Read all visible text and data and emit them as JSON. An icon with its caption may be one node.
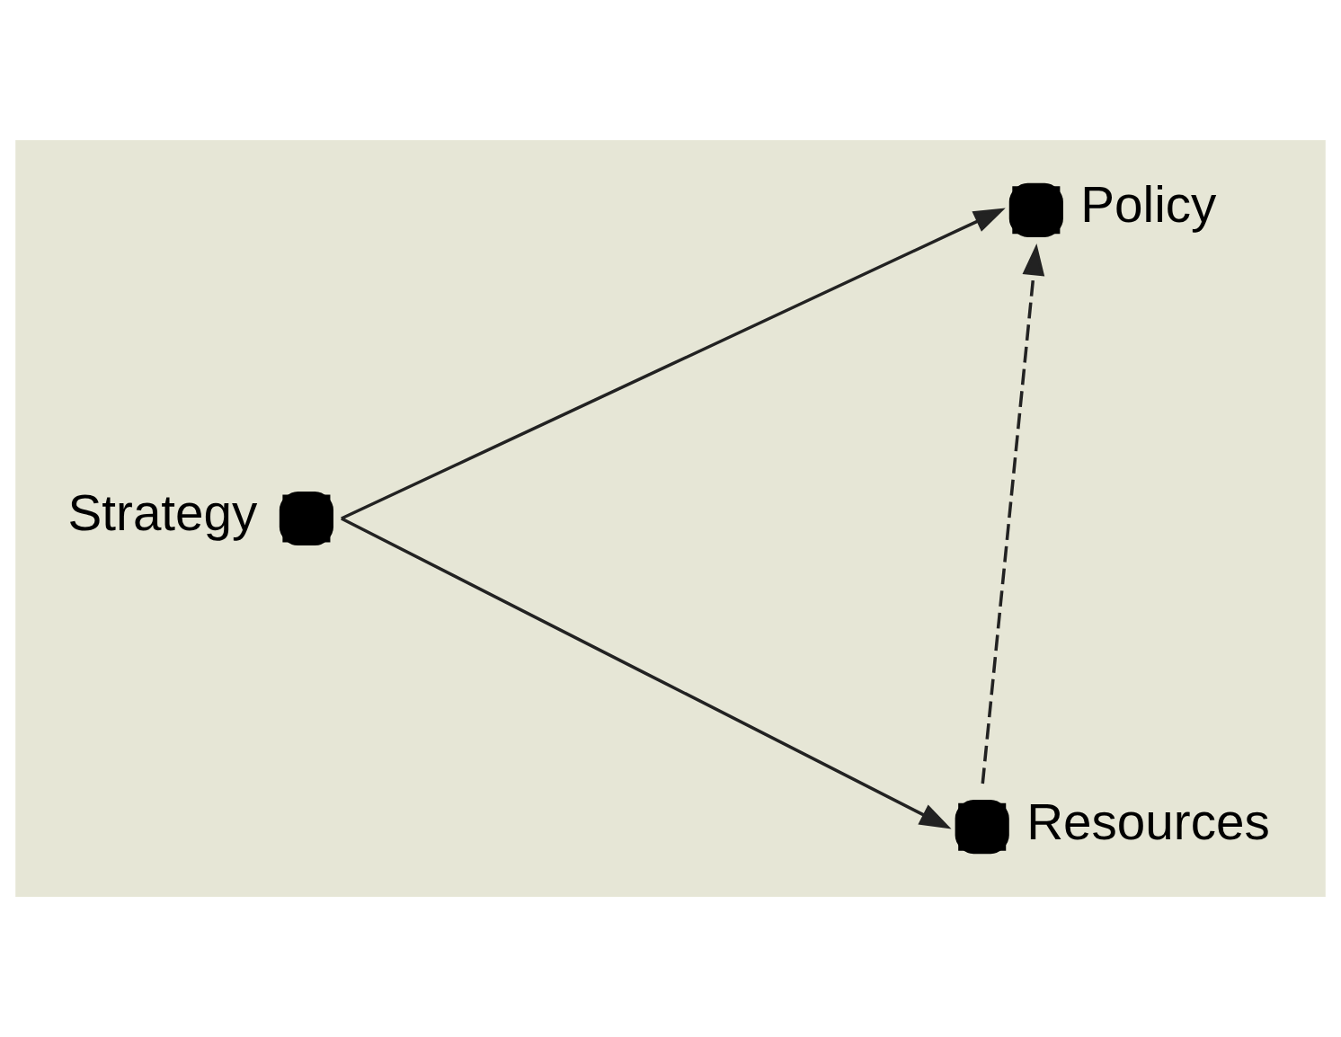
{
  "diagram": {
    "nodes": [
      {
        "text": [],
        "shape": "circle",
        "beside": [
          "Policy"
        ]
      },
      {
        "text": [],
        "shape": "circle",
        "beside": [
          "Strategy"
        ]
      },
      {
        "text": [],
        "shape": "circle",
        "beside": [
          "Resources"
        ]
      }
    ],
    "edges": [
      {
        "from": 1,
        "to": 0,
        "arrow": "to"
      },
      {
        "from": 1,
        "to": 2,
        "arrow": "to"
      },
      {
        "from": 2,
        "to": 0,
        "arrow": "to",
        "style": "dashed"
      }
    ]
  }
}
